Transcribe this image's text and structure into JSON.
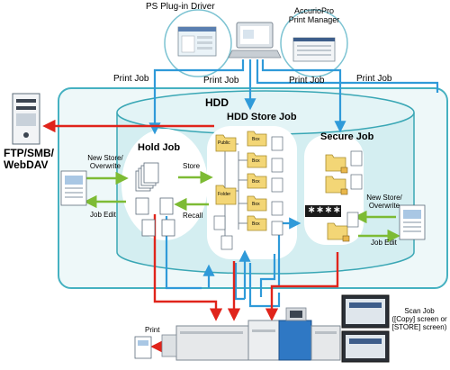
{
  "drivers": {
    "ps_plugin": "PS Plug-in Driver",
    "accuriopro_line1": "AccurioPro",
    "accuriopro_line2": "Print Manager"
  },
  "print_job_labels": [
    "Print Job",
    "Print Job",
    "Print Job",
    "Print Job"
  ],
  "hdd": {
    "title": "HDD",
    "hold_job": "Hold Job",
    "store_job": "HDD Store Job",
    "secure_job": "Secure Job",
    "password_mask": "∗∗∗∗"
  },
  "ftp": {
    "line1": "FTP/SMB/",
    "line2": "WebDAV"
  },
  "left_ops": {
    "new_store_line1": "New Store/",
    "new_store_line2": "Overwrite",
    "job_edit": "Job Edit",
    "store": "Store",
    "recall": "Recall"
  },
  "right_ops": {
    "new_store_line1": "New Store/",
    "new_store_line2": "Overwrite",
    "job_edit": "Job Edit"
  },
  "folder_labels": [
    "Public",
    "Box",
    "Box",
    "Box",
    "Folder",
    "Box",
    "Box"
  ],
  "scan": {
    "line1": "Scan Job",
    "line2": "([Copy] screen or",
    "line3": "[STORE] screen)"
  },
  "print_label": "Print",
  "colors": {
    "cylinder_fill": "#d4eef1",
    "cylinder_border": "#3aa7b5",
    "container_border": "#45b1c1",
    "blue_arrow": "#2f9ad9",
    "red_arrow": "#e0241b",
    "green_arrow": "#7dbb34"
  },
  "icons": [
    "computer-icon",
    "printer-icon",
    "server-tower-icon",
    "document-icon",
    "folder-icon",
    "lock-icon",
    "touchscreen-icon"
  ]
}
